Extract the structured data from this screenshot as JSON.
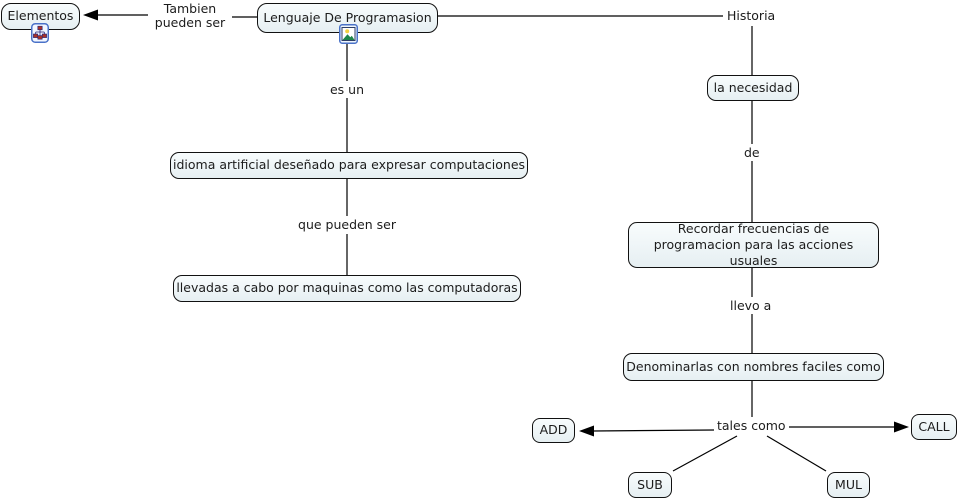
{
  "colors": {
    "background": "#ffffff",
    "node_fill_top": "#f8fcfd",
    "node_fill_bottom": "#e6eff2",
    "node_border": "#111111",
    "connector": "#000000",
    "text": "#1c1c1c",
    "resource_icon_border": "#4a72c8"
  },
  "concepts": {
    "elementos": {
      "label": "Elementos"
    },
    "lenguaje": {
      "label": "Lenguaje De Programasion"
    },
    "idioma": {
      "label": "idioma artificial deseñado para expresar computaciones"
    },
    "llevadas": {
      "label": "llevadas a cabo por maquinas como las computadoras"
    },
    "necesidad": {
      "label": "la necesidad"
    },
    "recordar": {
      "label": "Recordar frecuencias de programacion para las acciones usuales"
    },
    "denominarlas": {
      "label": "Denominarlas con nombres faciles como"
    },
    "add": {
      "label": "ADD"
    },
    "call": {
      "label": "CALL"
    },
    "sub": {
      "label": "SUB"
    },
    "mul": {
      "label": "MUL"
    }
  },
  "linking_phrases": {
    "tambien": {
      "label": "Tambien pueden ser"
    },
    "historia": {
      "label": "Historia"
    },
    "es_un": {
      "label": "es un"
    },
    "que_pueden_ser": {
      "label": "que pueden ser"
    },
    "de": {
      "label": "de"
    },
    "llevo_a": {
      "label": "llevo a"
    },
    "tales_como": {
      "label": "tales como"
    }
  },
  "icons": {
    "elementos_resource": "concept-map-resource-icon",
    "lenguaje_resource": "image-resource-icon"
  }
}
